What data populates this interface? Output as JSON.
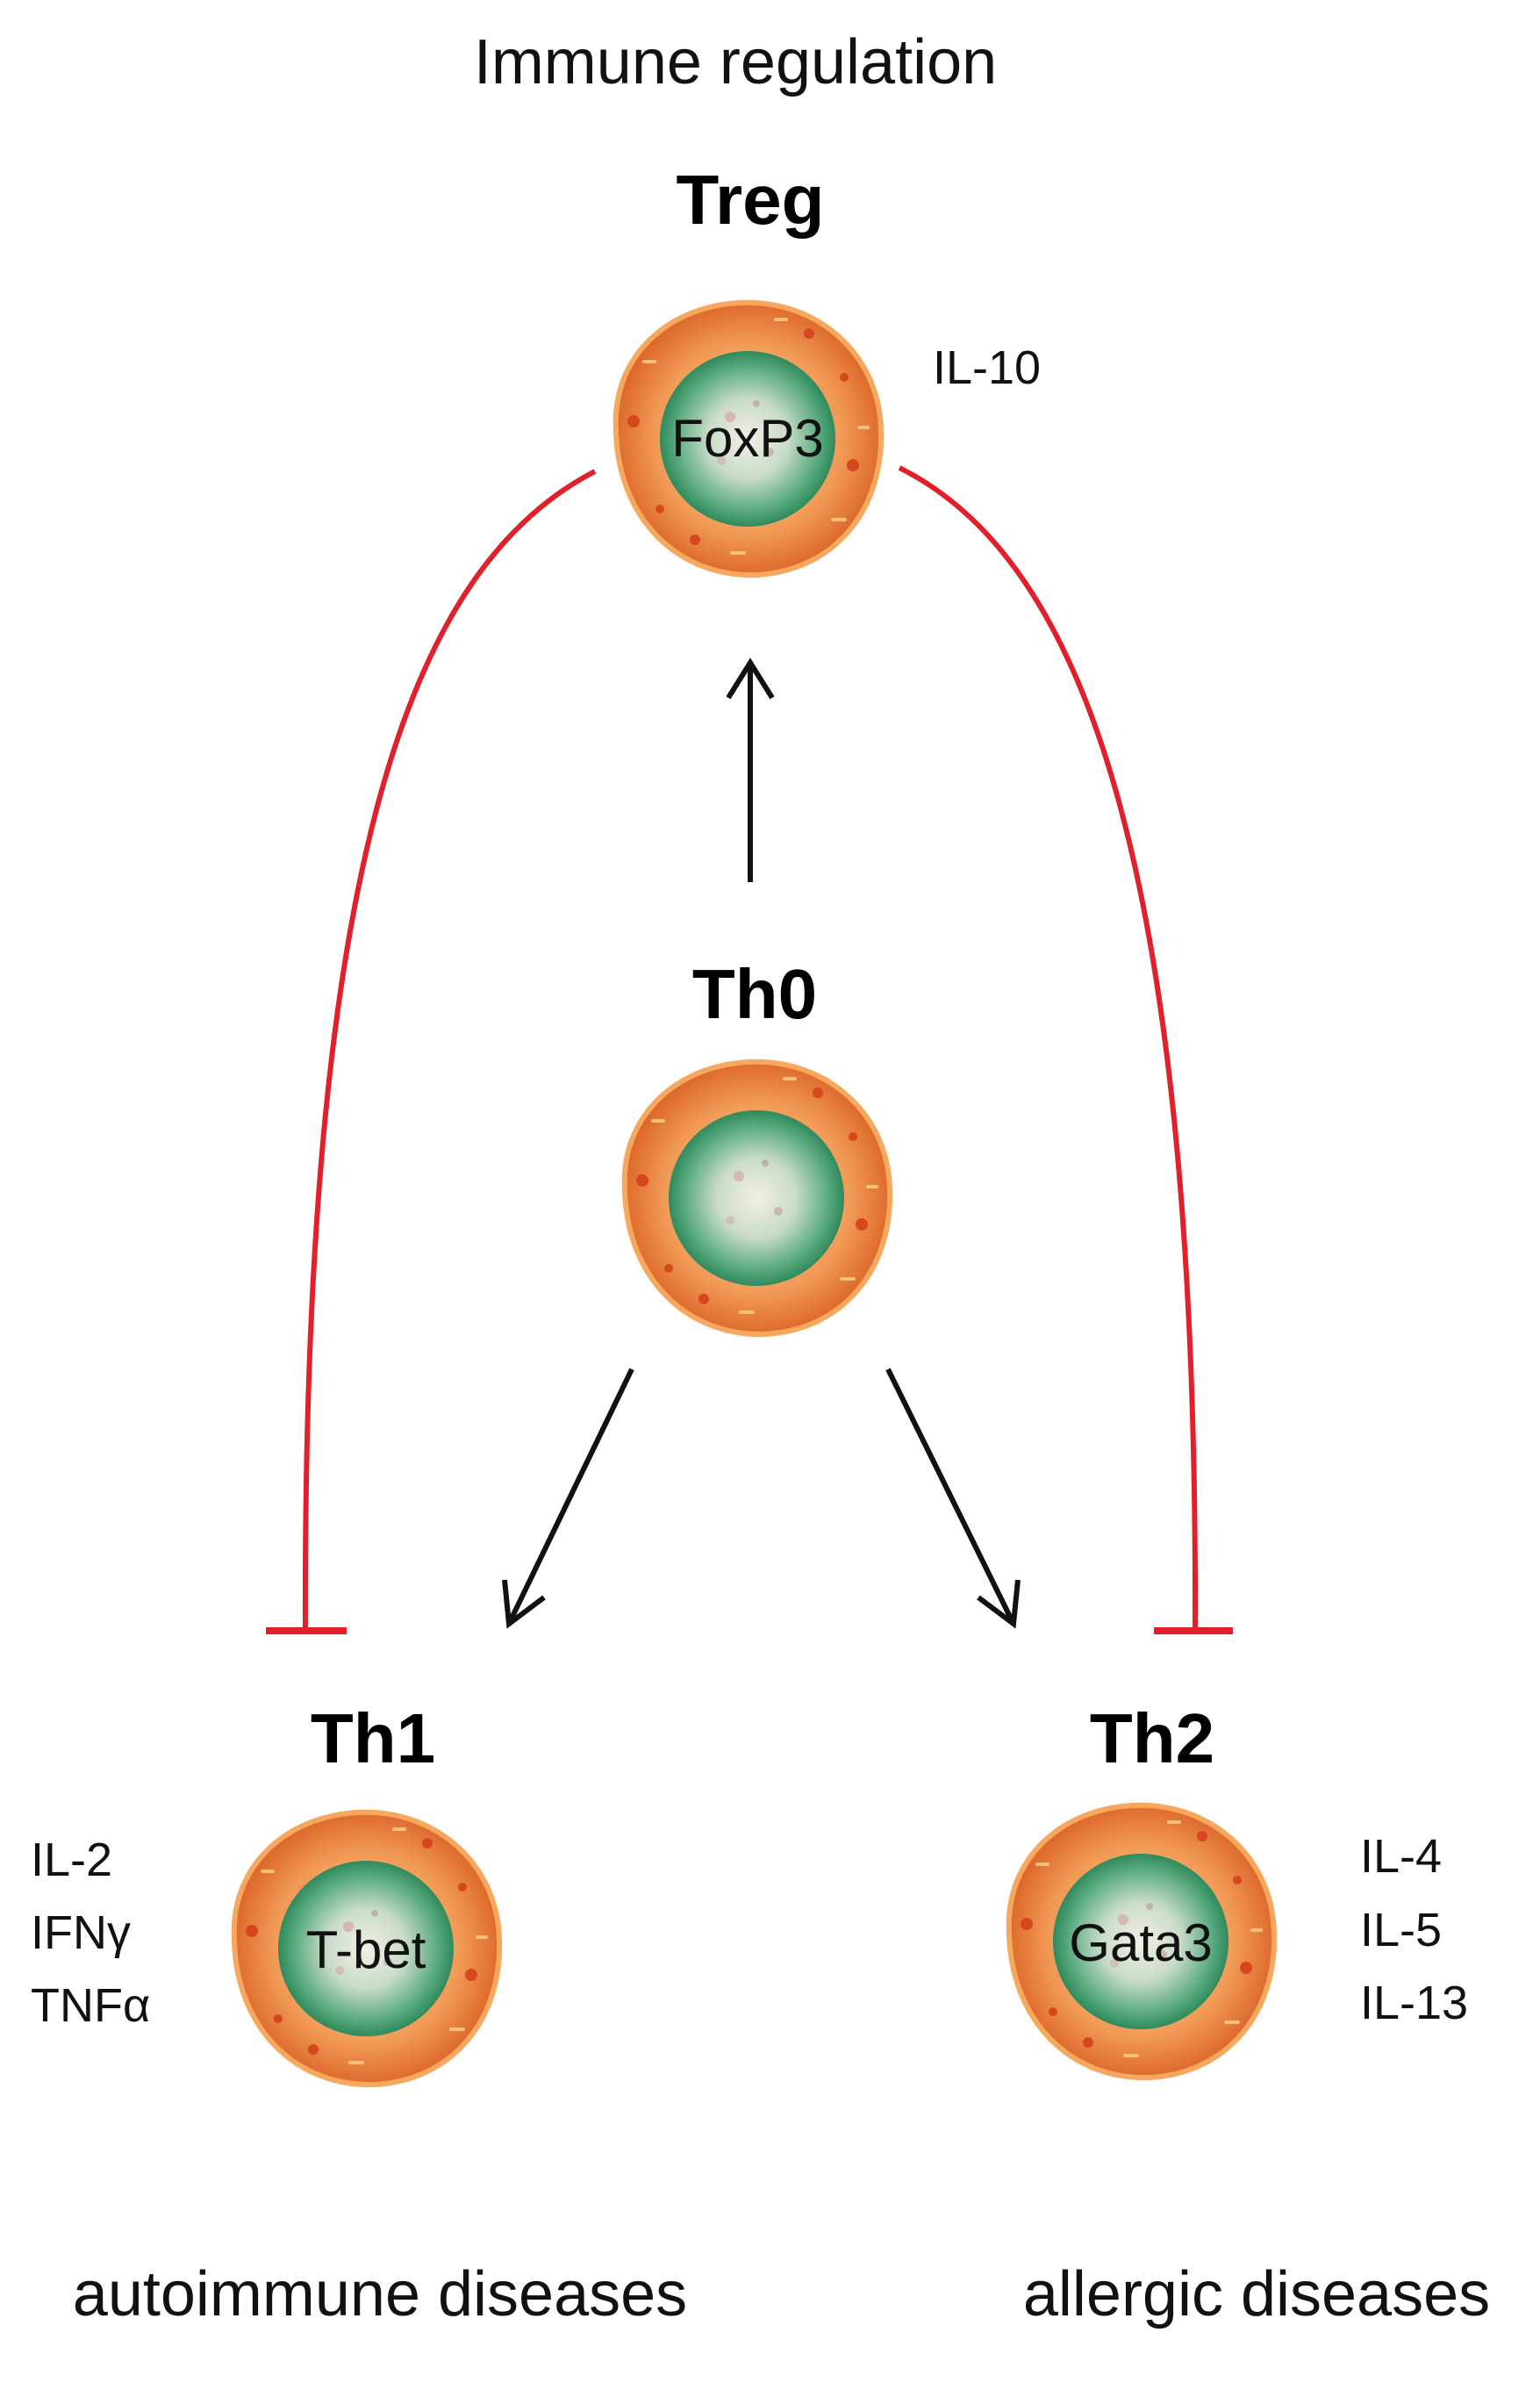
{
  "title": "Immune regulation",
  "colors": {
    "inhibition": "#e0202a",
    "activation": "#111111",
    "cell_outer": "#e9803f",
    "cell_rim": "#f4a35c",
    "nucleus": "#3f9a6d"
  },
  "cells": {
    "treg": {
      "name": "Treg",
      "factor": "FoxP3",
      "cytokines": [
        "IL-10"
      ]
    },
    "th0": {
      "name": "Th0",
      "factor": ""
    },
    "th1": {
      "name": "Th1",
      "factor": "T-bet",
      "cytokines": [
        "IL-2",
        "IFNγ",
        "TNFα"
      ]
    },
    "th2": {
      "name": "Th2",
      "factor": "Gata3",
      "cytokines": [
        "IL-4",
        "IL-5",
        "IL-13"
      ]
    }
  },
  "diseases": {
    "th1": "autoimmune diseases",
    "th2": "allergic diseases"
  }
}
